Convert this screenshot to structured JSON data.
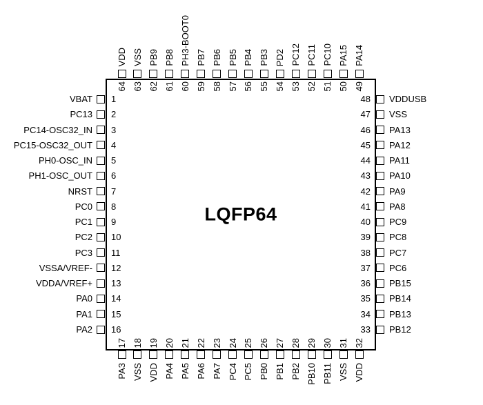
{
  "package": {
    "name": "LQFP64"
  },
  "pins": {
    "left": [
      {
        "num": "1",
        "label": "VBAT"
      },
      {
        "num": "2",
        "label": "PC13"
      },
      {
        "num": "3",
        "label": "PC14-OSC32_IN"
      },
      {
        "num": "4",
        "label": "PC15-OSC32_OUT"
      },
      {
        "num": "5",
        "label": "PH0-OSC_IN"
      },
      {
        "num": "6",
        "label": "PH1-OSC_OUT"
      },
      {
        "num": "7",
        "label": "NRST"
      },
      {
        "num": "8",
        "label": "PC0"
      },
      {
        "num": "9",
        "label": "PC1"
      },
      {
        "num": "10",
        "label": "PC2"
      },
      {
        "num": "11",
        "label": "PC3"
      },
      {
        "num": "12",
        "label": "VSSA/VREF-"
      },
      {
        "num": "13",
        "label": "VDDA/VREF+"
      },
      {
        "num": "14",
        "label": "PA0"
      },
      {
        "num": "15",
        "label": "PA1"
      },
      {
        "num": "16",
        "label": "PA2"
      }
    ],
    "right": [
      {
        "num": "48",
        "label": "VDDUSB"
      },
      {
        "num": "47",
        "label": "VSS"
      },
      {
        "num": "46",
        "label": "PA13"
      },
      {
        "num": "45",
        "label": "PA12"
      },
      {
        "num": "44",
        "label": "PA11"
      },
      {
        "num": "43",
        "label": "PA10"
      },
      {
        "num": "42",
        "label": "PA9"
      },
      {
        "num": "41",
        "label": "PA8"
      },
      {
        "num": "40",
        "label": "PC9"
      },
      {
        "num": "39",
        "label": "PC8"
      },
      {
        "num": "38",
        "label": "PC7"
      },
      {
        "num": "37",
        "label": "PC6"
      },
      {
        "num": "36",
        "label": "PB15"
      },
      {
        "num": "35",
        "label": "PB14"
      },
      {
        "num": "34",
        "label": "PB13"
      },
      {
        "num": "33",
        "label": "PB12"
      }
    ],
    "top": [
      {
        "num": "64",
        "label": "VDD"
      },
      {
        "num": "63",
        "label": "VSS"
      },
      {
        "num": "62",
        "label": "PB9"
      },
      {
        "num": "61",
        "label": "PB8"
      },
      {
        "num": "60",
        "label": "PH3-BOOT0"
      },
      {
        "num": "59",
        "label": "PB7"
      },
      {
        "num": "58",
        "label": "PB6"
      },
      {
        "num": "57",
        "label": "PB5"
      },
      {
        "num": "56",
        "label": "PB4"
      },
      {
        "num": "55",
        "label": "PB3"
      },
      {
        "num": "54",
        "label": "PD2"
      },
      {
        "num": "53",
        "label": "PC12"
      },
      {
        "num": "52",
        "label": "PC11"
      },
      {
        "num": "51",
        "label": "PC10"
      },
      {
        "num": "50",
        "label": "PA15"
      },
      {
        "num": "49",
        "label": "PA14"
      }
    ],
    "bottom": [
      {
        "num": "17",
        "label": "PA3"
      },
      {
        "num": "18",
        "label": "VSS"
      },
      {
        "num": "19",
        "label": "VDD"
      },
      {
        "num": "20",
        "label": "PA4"
      },
      {
        "num": "21",
        "label": "PA5"
      },
      {
        "num": "22",
        "label": "PA6"
      },
      {
        "num": "23",
        "label": "PA7"
      },
      {
        "num": "24",
        "label": "PC4"
      },
      {
        "num": "25",
        "label": "PC5"
      },
      {
        "num": "26",
        "label": "PB0"
      },
      {
        "num": "27",
        "label": "PB1"
      },
      {
        "num": "28",
        "label": "PB2"
      },
      {
        "num": "29",
        "label": "PB10"
      },
      {
        "num": "30",
        "label": "PB11"
      },
      {
        "num": "31",
        "label": "VSS"
      },
      {
        "num": "32",
        "label": "VDD"
      }
    ]
  }
}
